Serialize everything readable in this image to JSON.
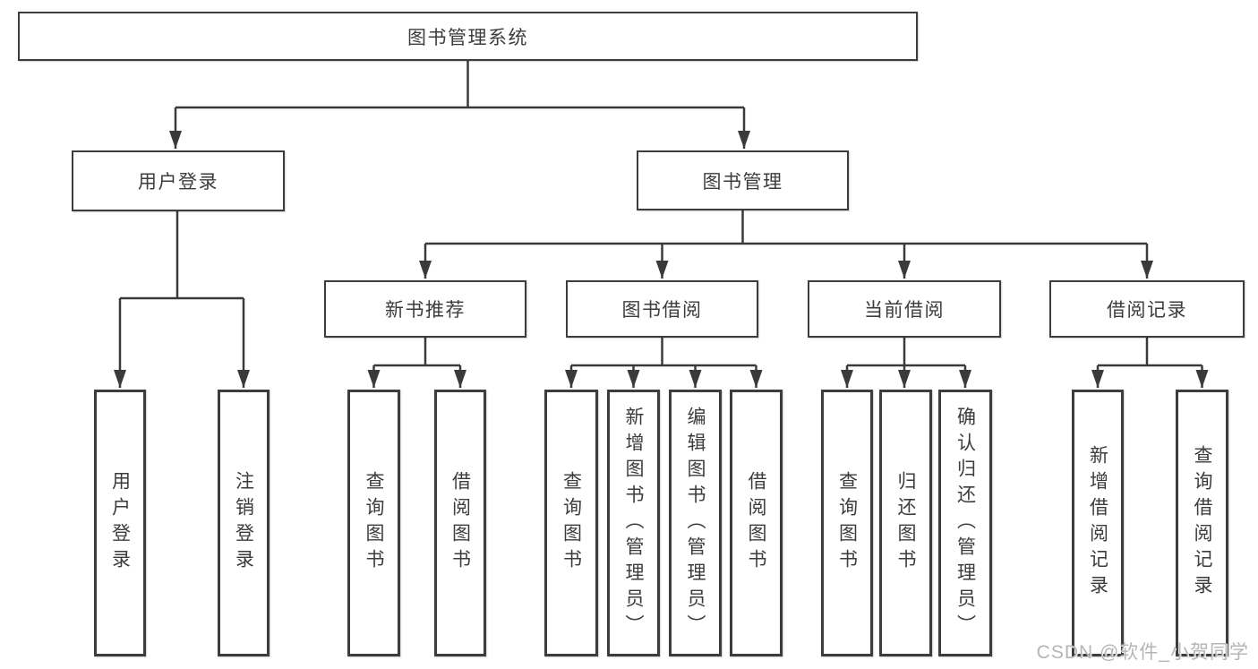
{
  "diagram": {
    "root": {
      "label": "图书管理系统"
    },
    "level2": [
      {
        "label": "用户登录"
      },
      {
        "label": "图书管理"
      }
    ],
    "level3": [
      {
        "label": "新书推荐"
      },
      {
        "label": "图书借阅"
      },
      {
        "label": "当前借阅"
      },
      {
        "label": "借阅记录"
      }
    ],
    "leaves": {
      "user_login": [
        {
          "label": "用户登录"
        },
        {
          "label": "注销登录"
        }
      ],
      "new_books": [
        {
          "label": "查询图书"
        },
        {
          "label": "借阅图书"
        }
      ],
      "book_borrow": [
        {
          "label": "查询图书"
        },
        {
          "label": "新增图书（管理员）"
        },
        {
          "label": "编辑图书（管理员）"
        },
        {
          "label": "借阅图书"
        }
      ],
      "current_borrow": [
        {
          "label": "查询图书"
        },
        {
          "label": "归还图书"
        },
        {
          "label": "确认归还（管理员）"
        }
      ],
      "borrow_records": [
        {
          "label": "新增借阅记录"
        },
        {
          "label": "查询借阅记录"
        }
      ]
    }
  },
  "watermark": {
    "text": "CSDN @软件_小贺同学"
  },
  "colors": {
    "line": "#3a3a3a",
    "box_border": "#3d3d3d",
    "text": "#3c3c3c",
    "watermark": "#b5b5b5",
    "background": "#ffffff"
  }
}
